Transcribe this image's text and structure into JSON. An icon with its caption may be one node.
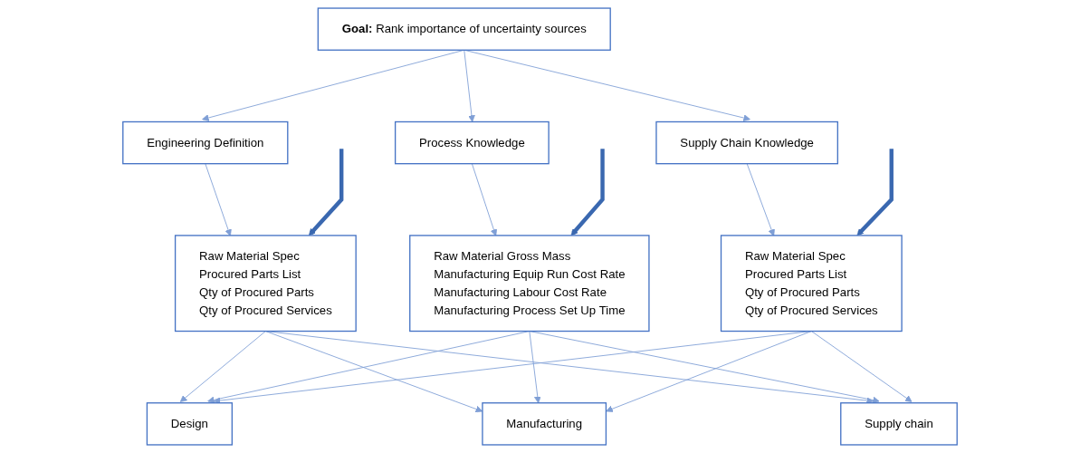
{
  "diagram": {
    "nodes": [
      {
        "text": [
          "**Goal:** Rank importance of uncertainty sources"
        ]
      },
      {
        "text": [
          "Engineering Definition"
        ]
      },
      {
        "text": [
          "Process Knowledge"
        ]
      },
      {
        "text": [
          "Supply Chain Knowledge"
        ]
      },
      {
        "text": [
          "Raw Material Spec",
          "Procured Parts List",
          "Qty of Procured Parts",
          "Qty of Procured Services"
        ]
      },
      {
        "text": [
          "Raw Material Gross Mass",
          "Manufacturing Equip Run Cost Rate",
          "Manufacturing Labour Cost Rate",
          "Manufacturing Process Set Up Time"
        ]
      },
      {
        "text": [
          "Raw Material Spec",
          "Procured Parts List",
          "Qty of Procured Parts",
          "Qty of Procured Services"
        ]
      },
      {
        "text": [
          "Design"
        ]
      },
      {
        "text": [
          "Manufacturing"
        ]
      },
      {
        "text": [
          "Supply chain"
        ]
      }
    ],
    "edges": [
      {
        "from": 0,
        "to": 1,
        "arrow": "to"
      },
      {
        "from": 0,
        "to": 2,
        "arrow": "to"
      },
      {
        "from": 0,
        "to": 3,
        "arrow": "to"
      },
      {
        "from": 1,
        "to": 4,
        "arrow": "to"
      },
      {
        "from": 2,
        "to": 5,
        "arrow": "to"
      },
      {
        "from": 3,
        "to": 6,
        "arrow": "to"
      },
      {
        "from": null,
        "to": 4,
        "arrow": "to",
        "style": "thick",
        "color": "#3a68b0"
      },
      {
        "from": null,
        "to": 5,
        "arrow": "to",
        "style": "thick",
        "color": "#3a68b0"
      },
      {
        "from": null,
        "to": 6,
        "arrow": "to",
        "style": "thick",
        "color": "#3a68b0"
      },
      {
        "from": 4,
        "to": 7,
        "arrow": "to"
      },
      {
        "from": 4,
        "to": 8,
        "arrow": "to"
      },
      {
        "from": 4,
        "to": 9,
        "arrow": "to"
      },
      {
        "from": 5,
        "to": 7,
        "arrow": "to"
      },
      {
        "from": 5,
        "to": 8,
        "arrow": "to"
      },
      {
        "from": 5,
        "to": 9,
        "arrow": "to"
      },
      {
        "from": 6,
        "to": 7,
        "arrow": "to"
      },
      {
        "from": 6,
        "to": 8,
        "arrow": "to"
      },
      {
        "from": 6,
        "to": 9,
        "arrow": "to"
      }
    ]
  }
}
